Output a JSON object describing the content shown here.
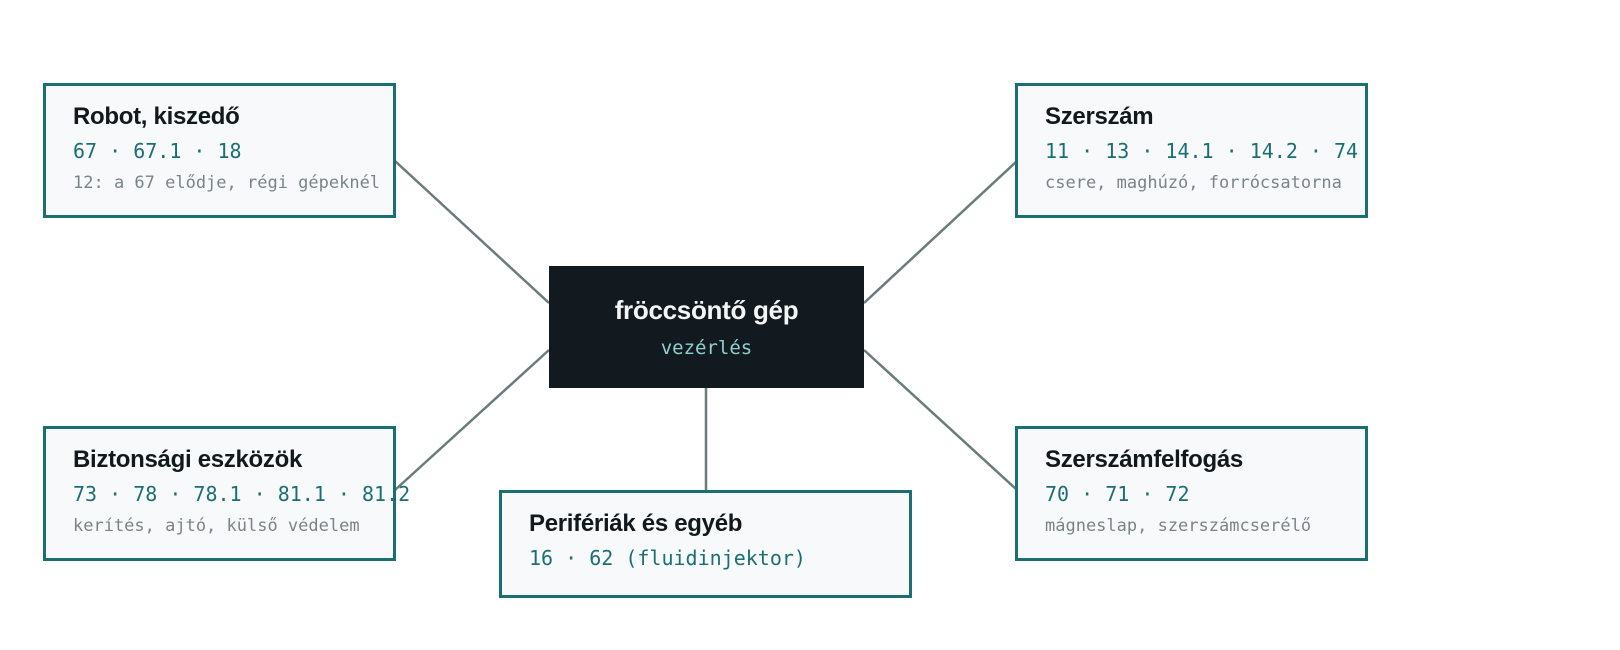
{
  "center": {
    "title": "fröccsöntő gép",
    "subtitle": "vezérlés"
  },
  "nodes": [
    {
      "title": "Robot, kiszedő",
      "codes": "67 · 67.1 · 18",
      "note": "12: a 67 elődje, régi gépeknél"
    },
    {
      "title": "Szerszám",
      "codes": "11 · 13 · 14.1 · 14.2 · 74",
      "note": "csere, maghúzó, forrócsatorna"
    },
    {
      "title": "Biztonsági eszközök",
      "codes": "73 · 78 · 78.1 · 81.1 · 81.2",
      "note": "kerítés, ajtó, külső védelem"
    },
    {
      "title": "Szerszámfelfogás",
      "codes": "70 · 71 · 72",
      "note": "mágneslap, szerszámcserélő"
    },
    {
      "title": "Perifériák és egyéb",
      "codes": "16 · 62 (fluidinjektor)"
    }
  ],
  "colors": {
    "center_bg": "#121a1f",
    "node_border": "#1b6f72",
    "node_bg": "#f7f9fa",
    "connector": "#6b7b7b",
    "code_text": "#1b6f72",
    "subtitle_text": "#8fd1d0"
  }
}
